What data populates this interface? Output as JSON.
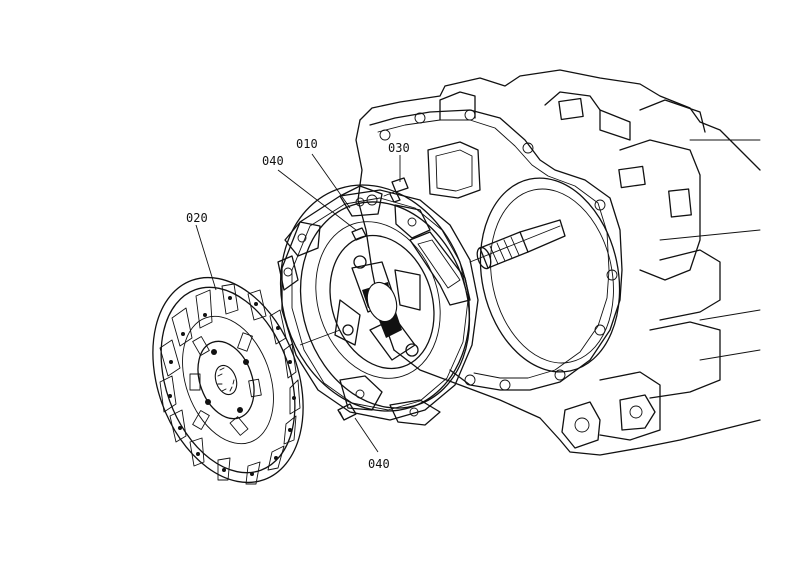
{
  "callouts": [
    {
      "id": "010",
      "text": "010"
    },
    {
      "id": "020",
      "text": "020"
    },
    {
      "id": "030",
      "text": "030"
    },
    {
      "id": "040a",
      "text": "040"
    },
    {
      "id": "040b",
      "text": "040"
    }
  ]
}
